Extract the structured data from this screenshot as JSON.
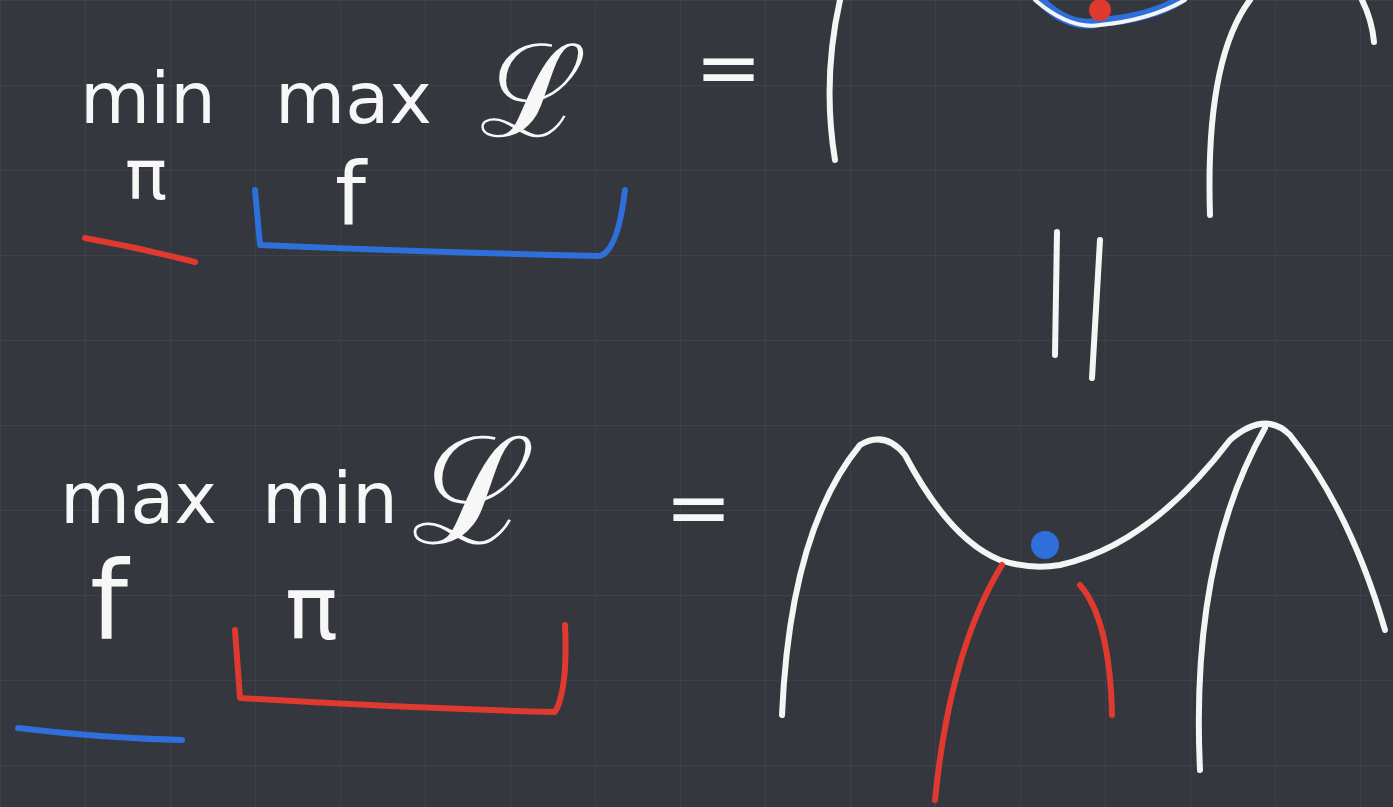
{
  "diagram": {
    "labels": [
      "min",
      "max",
      "ℒ",
      "π",
      "f",
      "=",
      "max",
      "min",
      "ℒ",
      "f",
      "π",
      "="
    ]
  }
}
